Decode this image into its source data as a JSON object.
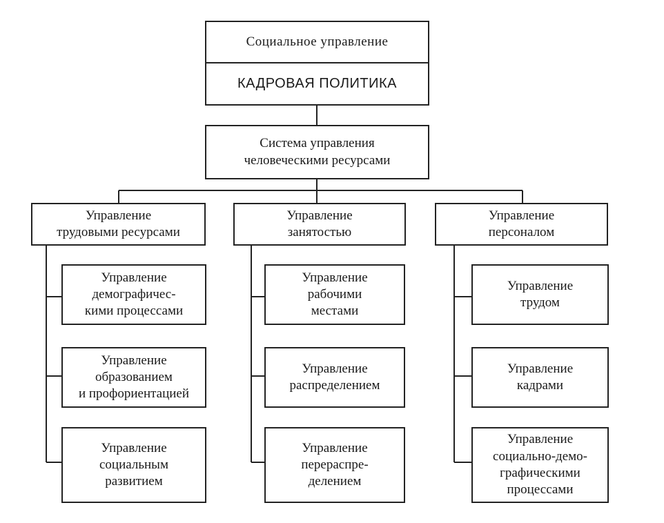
{
  "top": {
    "line1": "Социальное управление",
    "line2": "КАДРОВАЯ ПОЛИТИКА"
  },
  "system": {
    "lines": [
      "Система управления",
      "человеческими ресурсами"
    ]
  },
  "columns": [
    {
      "header": [
        "Управление",
        "трудовыми ресурсами"
      ],
      "children": [
        [
          "Управление",
          "демографичес-",
          "кими процессами"
        ],
        [
          "Управление",
          "образованием",
          "и профориентацией"
        ],
        [
          "Управление",
          "социальным",
          "развитием"
        ]
      ]
    },
    {
      "header": [
        "Управление",
        "занятостью"
      ],
      "children": [
        [
          "Управление",
          "рабочими",
          "местами"
        ],
        [
          "Управление",
          "распределением"
        ],
        [
          "Управление",
          "перераспре-",
          "делением"
        ]
      ]
    },
    {
      "header": [
        "Управление",
        "персоналом"
      ],
      "children": [
        [
          "Управление",
          "трудом"
        ],
        [
          "Управление",
          "кадрами"
        ],
        [
          "Управление",
          "социально-демо-",
          "графическими",
          "процессами"
        ]
      ]
    }
  ]
}
